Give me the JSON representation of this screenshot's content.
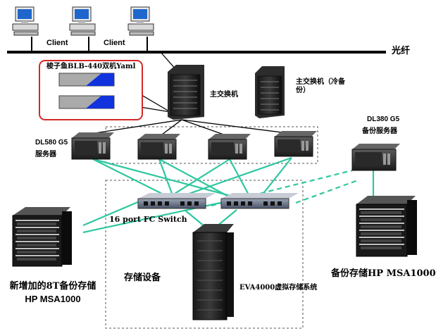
{
  "colors": {
    "link_line": "#2ec7a0",
    "backbone": "#000000",
    "highlight_box": "#d62828",
    "disk_blue": "#1133dd",
    "dashed_frame": "#555555"
  },
  "labels": {
    "client_1": "Client",
    "client_2": "Client",
    "fiber": "光纤",
    "storage_device_blb": "梭子鱼BLB-440双机Yaml",
    "main_switch": "主交换机",
    "main_switch_backup": "主交换机（冷备份）",
    "server_model": "DL580 G5",
    "server_text": "服务器",
    "backup_server_model": "DL380 G5",
    "backup_server_text": "备份服务器",
    "fc_switch": "16 port FC Switch",
    "storage_devices": "存储设备",
    "eva": "EVA4000虚拟存储系统",
    "new_backup_storage_line1": "新增加的8T备份存储",
    "new_backup_storage_line2": "HP MSA1000",
    "backup_storage": "备份存储HP MSA1000"
  },
  "icons": {
    "client_pc": "desktop-computer-icon",
    "switch": "network-switch-icon",
    "server": "rack-server-icon",
    "fc_switch": "fibre-channel-switch-icon",
    "storage_cabinet": "storage-cabinet-icon",
    "load_balancer": "load-balancer-icon"
  }
}
